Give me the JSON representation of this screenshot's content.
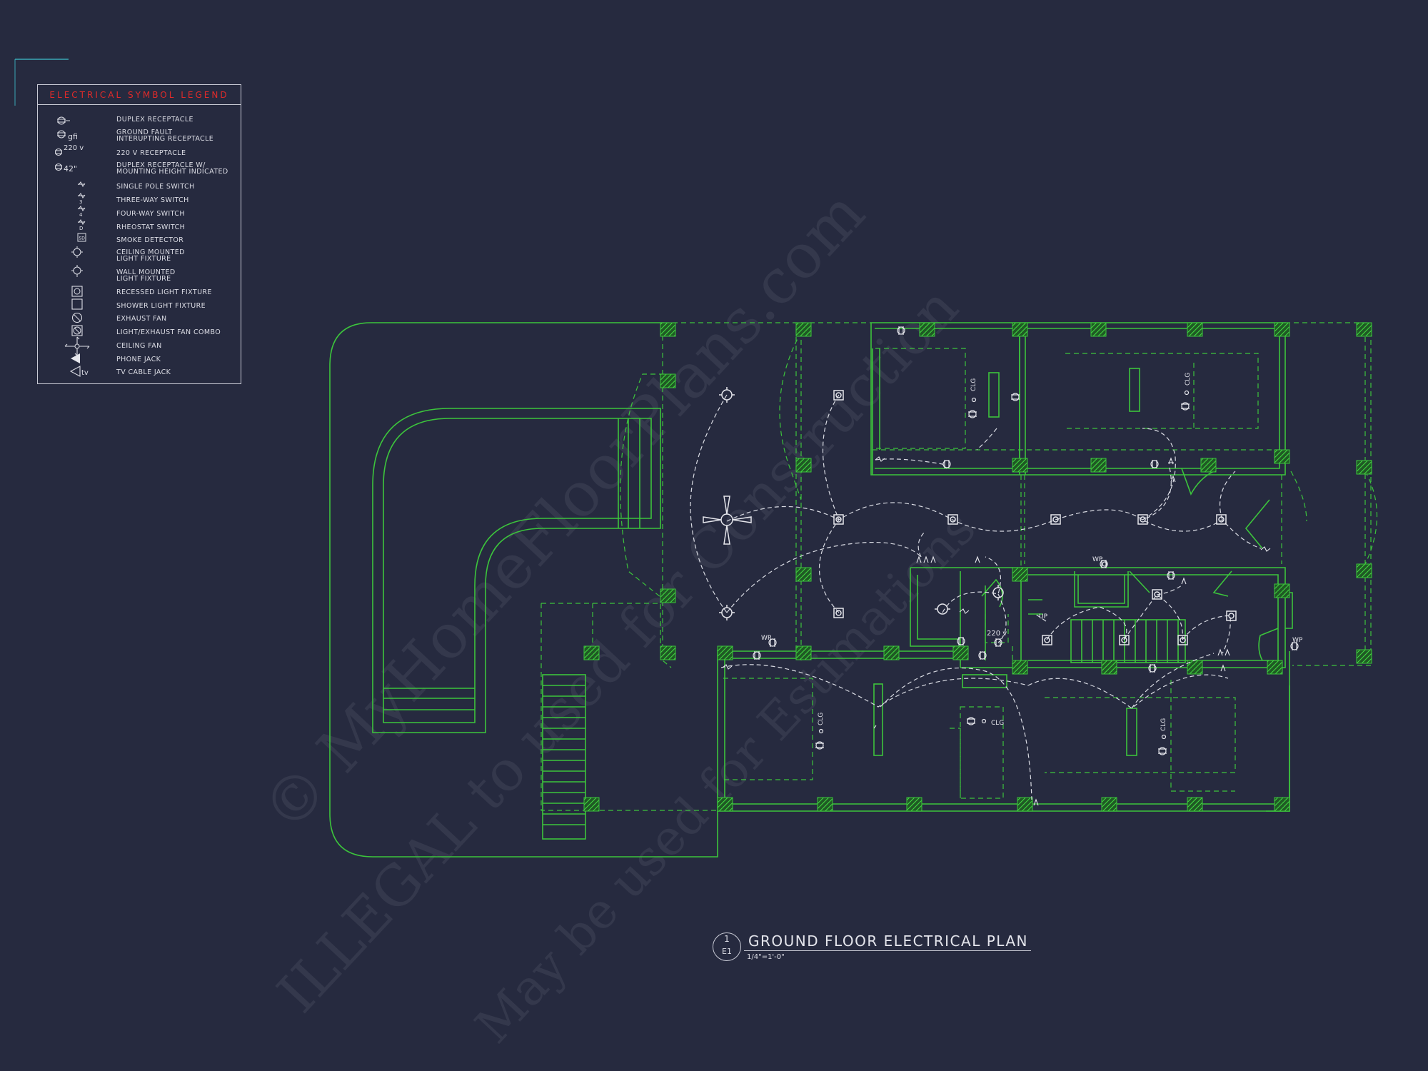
{
  "legend": {
    "title": "ELECTRICAL SYMBOL LEGEND",
    "items": [
      {
        "label": "DUPLEX RECEPTACLE",
        "icon": "duplex-receptacle-icon"
      },
      {
        "label": "GROUND FAULT INTERUPTING RECEPTACLE",
        "icon": "gfi-receptacle-icon",
        "symbol_text": "gfi"
      },
      {
        "label": "220 V RECEPTACLE",
        "icon": "220v-receptacle-icon",
        "symbol_text": "220 v"
      },
      {
        "label": "DUPLEX RECEPTACLE W/ MOUNTING HEIGHT INDICATED",
        "icon": "duplex-receptacle-height-icon",
        "symbol_text": "42\""
      },
      {
        "label": "SINGLE POLE SWITCH",
        "icon": "single-pole-switch-icon"
      },
      {
        "label": "THREE-WAY SWITCH",
        "icon": "three-way-switch-icon",
        "symbol_text": "3"
      },
      {
        "label": "FOUR-WAY SWITCH",
        "icon": "four-way-switch-icon",
        "symbol_text": "4"
      },
      {
        "label": "RHEOSTAT SWITCH",
        "icon": "rheostat-switch-icon",
        "symbol_text": "D"
      },
      {
        "label": "SMOKE DETECTOR",
        "icon": "smoke-detector-icon",
        "symbol_text": "SD"
      },
      {
        "label": "CEILING MOUNTED LIGHT FIXTURE",
        "icon": "ceiling-light-icon"
      },
      {
        "label": "WALL MOUNTED LIGHT FIXTURE",
        "icon": "wall-light-icon"
      },
      {
        "label": "RECESSED LIGHT FIXTURE",
        "icon": "recessed-light-icon"
      },
      {
        "label": "SHOWER LIGHT FIXTURE",
        "icon": "shower-light-icon"
      },
      {
        "label": "EXHAUST FAN",
        "icon": "exhaust-fan-icon"
      },
      {
        "label": "LIGHT/EXHAUST FAN COMBO",
        "icon": "light-exhaust-fan-icon"
      },
      {
        "label": "CEILING FAN",
        "icon": "ceiling-fan-icon"
      },
      {
        "label": "PHONE JACK",
        "icon": "phone-jack-icon"
      },
      {
        "label": "TV CABLE JACK",
        "icon": "tv-cable-jack-icon",
        "symbol_text": "tv"
      }
    ]
  },
  "plan_labels": {
    "clg": "CLG",
    "wp": "WP",
    "up": "UP",
    "v220": "220 v",
    "s3": "$3",
    "s33": "$3$3",
    "s": "$"
  },
  "title_block": {
    "number": "1",
    "sheet": "E1",
    "title": "GROUND FLOOR ELECTRICAL PLAN",
    "scale": "1/4\"=1'-0\""
  },
  "watermark": {
    "line1": "© MyHomeFloorPlans.com",
    "line2": "ILLEGAL to used for Construction",
    "line3": "May be used for Estimations"
  },
  "colors": {
    "background": "#262a3f",
    "wall_green": "#3cc43c",
    "hatch_green": "#3fd23f",
    "circuit": "#d9dbe3",
    "legend_title": "#e02a2a",
    "accent_teal": "#3aa7b6"
  }
}
